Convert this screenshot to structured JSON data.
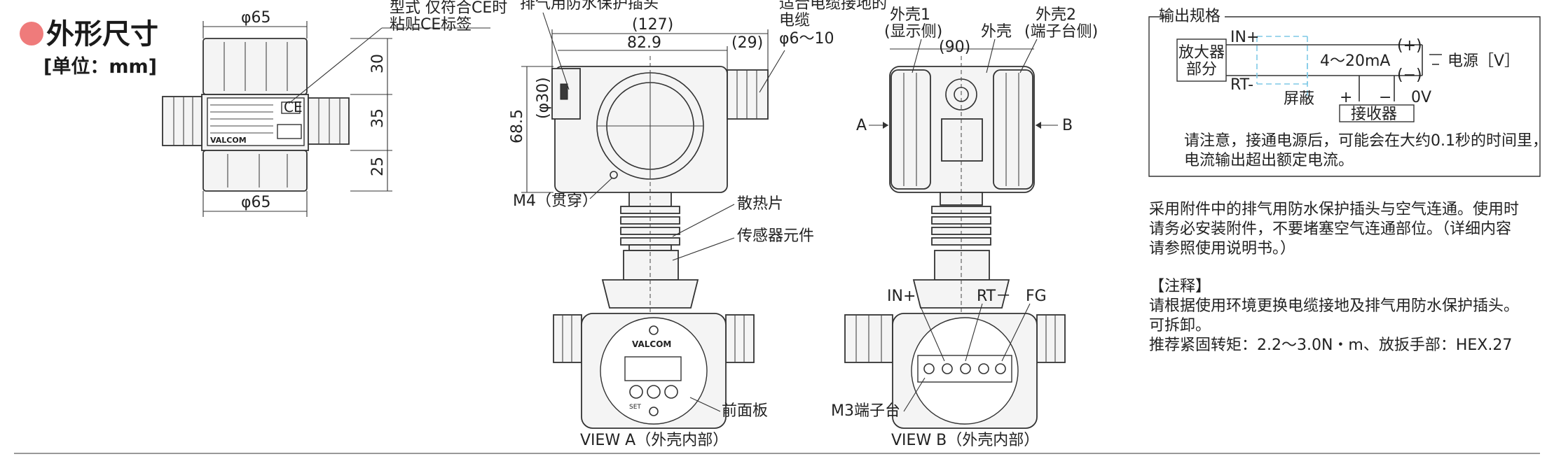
{
  "header": {
    "section_title": "外形尺寸",
    "unit_label": "[单位：mm]",
    "accent_color": "#ef7b7b"
  },
  "front_view": {
    "dim_top": "φ65",
    "dim_bottom": "φ65",
    "dim_30": "30",
    "dim_35": "35",
    "dim_25": "25",
    "ce_note_line1": "型式 仅符合CE时",
    "ce_note_line2": "粘贴CE标签",
    "brand": "VALCOM"
  },
  "side_view": {
    "label_drain_plug": "排气用防水保护插头",
    "label_cable_ground_1": "适合电缆接地的",
    "label_cable_ground_2": "电缆",
    "dim_127": "(127)",
    "dim_829": "82.9",
    "dim_29": "(29)",
    "dim_cable": "φ6～10",
    "dim_phi30": "(φ30)",
    "dim_685": "68.5",
    "label_m4": "M4（贯穿）",
    "label_heatsink": "散热片",
    "label_sensor": "传感器元件"
  },
  "right_view": {
    "label_shell1_1": "外壳1",
    "label_shell1_2": "(显示侧)",
    "label_shell": "外壳",
    "label_shell2_1": "外壳2",
    "label_shell2_2": "(端子台侧)",
    "dim_90": "(90)",
    "label_a": "A",
    "label_b": "B"
  },
  "view_a": {
    "caption": "VIEW A（外壳内部）",
    "label_front_panel": "前面板",
    "brand": "VALCOM",
    "btn_set": "SET"
  },
  "view_b": {
    "caption": "VIEW B（外壳内部）",
    "label_in": "IN+",
    "label_rt": "RT－",
    "label_fg": "FG",
    "label_terminal": "M3端子台"
  },
  "output_spec": {
    "legend_title": "输出规格",
    "amp_line1": "放大器",
    "amp_line2": "部分",
    "in_label": "IN+",
    "rt_label": "RT-",
    "current_label": "4～20mA",
    "plus_label": "(+)",
    "minus_label": "(−)",
    "power_label": "电源［V］",
    "shield_label": "屏蔽",
    "receiver_label": "接收器",
    "zero_v_label": "0V",
    "rcv_plus": "+",
    "rcv_minus": "−",
    "note_line1": "请注意，接通电源后，可能会在大约0.1秒的时间里，",
    "note_line2": "电流输出超出额定电流。"
  },
  "right_notes": {
    "para1_line1": "采用附件中的排气用防水保护插头与空气连通。使用时",
    "para1_line2": "请务必安装附件，不要堵塞空气连通部位。（详细内容",
    "para1_line3": "请参照使用说明书。）",
    "remark_title": "【注释】",
    "remark_line1": "请根据使用环境更换电缆接地及排气用防水保护插头。",
    "remark_line2": "可拆卸。",
    "remark_line3": "推荐紧固转矩：2.2～3.0N・m、放扳手部：HEX.27"
  }
}
